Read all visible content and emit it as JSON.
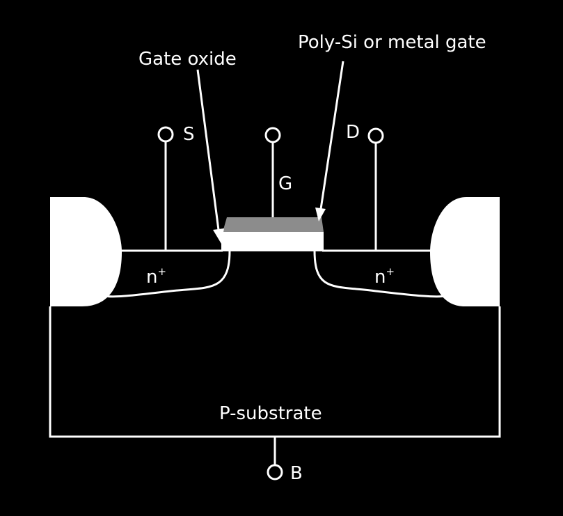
{
  "labels": {
    "gate_oxide": "Gate oxide",
    "gate_material": "Poly-Si or metal gate",
    "source": "S",
    "gate": "G",
    "drain": "D",
    "body": "B",
    "substrate": "P-substrate",
    "n_plus_left": "n",
    "n_plus_right": "n",
    "superscript": "+"
  },
  "colors": {
    "background": "#000000",
    "line": "#ffffff",
    "oxide": "#ffffff",
    "gate": "#8c8c8c"
  }
}
